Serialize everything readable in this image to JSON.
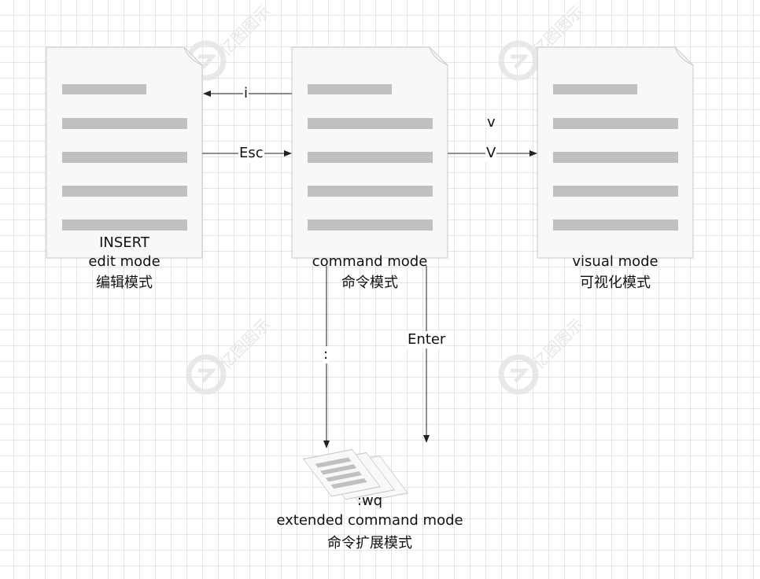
{
  "nodes": {
    "insert": {
      "line1": "INSERT",
      "line2": "edit mode",
      "line3": "编辑模式"
    },
    "command": {
      "line1": "command mode",
      "line2": "命令模式"
    },
    "visual": {
      "line1": "visual mode",
      "line2": "可视化模式"
    },
    "extended": {
      "line1": ":wq",
      "line2": "extended command mode",
      "line3": "命令扩展模式"
    }
  },
  "edges": {
    "i": "i",
    "esc": "Esc",
    "v_lower": "v",
    "v_upper": "V",
    "colon": ":",
    "enter": "Enter"
  },
  "watermark": "亿图图示",
  "colors": {
    "doc_fill": "#f8f8f8",
    "doc_border": "#c8c8c8",
    "text_line": "#c0c0c0",
    "grid": "#e4e4e4",
    "arrow": "#222222",
    "watermark": "#e6e6e6"
  }
}
